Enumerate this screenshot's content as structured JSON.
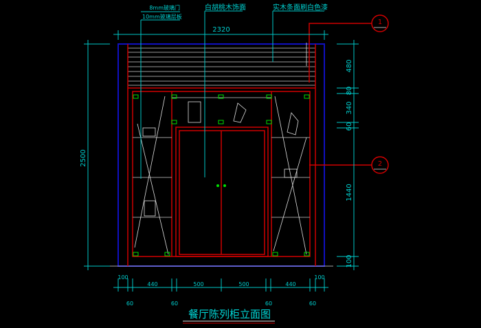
{
  "labels": {
    "glass_door": "8mm玻璃门",
    "glass_shelf": "10mm玻璃层板",
    "walnut_veneer": "白胡桃木饰面",
    "white_paint_strip": "实木条面刷白色漆"
  },
  "title": "餐厅陈列柜立面图",
  "callouts": [
    "1",
    "2"
  ],
  "dimensions": {
    "total_width": "2320",
    "total_height": "2500",
    "right": [
      "480",
      "80",
      "340",
      "60",
      "1440",
      "100"
    ],
    "bottom_top_row": [
      "100",
      "440",
      "500",
      "500",
      "440",
      "100"
    ],
    "bottom_bottom_row": [
      "60",
      "60",
      "60",
      "60"
    ]
  },
  "colors": {
    "background": "#000000",
    "dim": "#00c8c8",
    "frame": "#d00000",
    "outline": "#1010c0",
    "marker": "#00e000"
  }
}
